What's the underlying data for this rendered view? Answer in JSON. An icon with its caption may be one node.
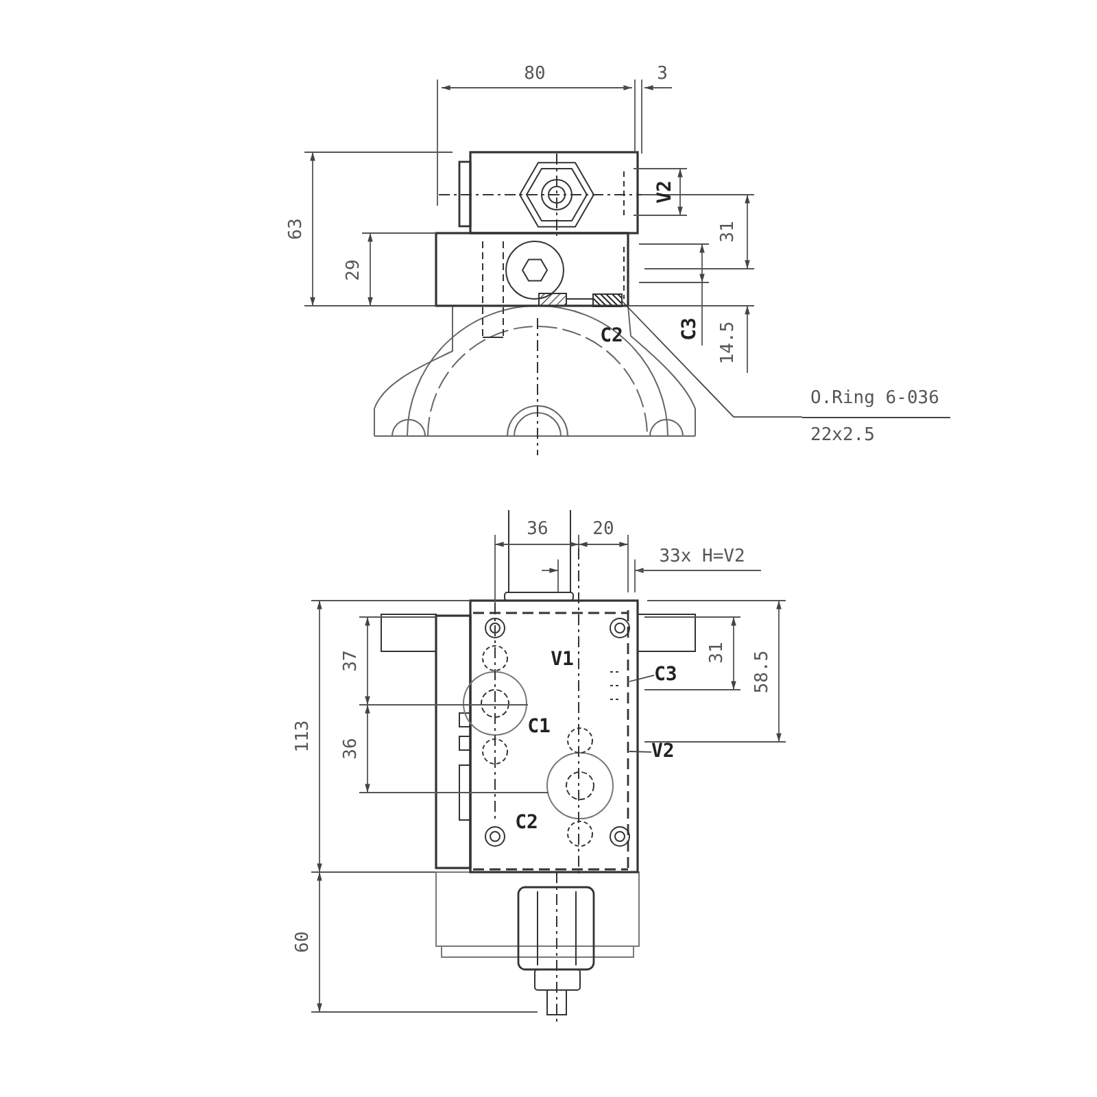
{
  "diagram": {
    "nodes": [
      {
        "text": [
          "O.Ring 6-036",
          "22x2.5"
        ]
      },
      {
        "text": [],
        "shape": "picture"
      },
      {
        "text": [
          "C3"
        ]
      },
      {
        "text": [
          "V2"
        ]
      }
    ],
    "edges": [
      {
        "from": 0,
        "to": 1,
        "arrow": "none"
      },
      {
        "from": 2,
        "to": null,
        "arrow": "none"
      },
      {
        "from": 3,
        "to": null,
        "arrow": "none"
      }
    ],
    "labels": [
      "80",
      "3",
      "63",
      "29",
      "V2",
      "31",
      "C2",
      "C3",
      "14.5",
      "36",
      "20",
      "33x H=V2",
      "37",
      "V1",
      "31",
      "58.5",
      "C1",
      "113",
      "36",
      "C2",
      "60"
    ]
  }
}
